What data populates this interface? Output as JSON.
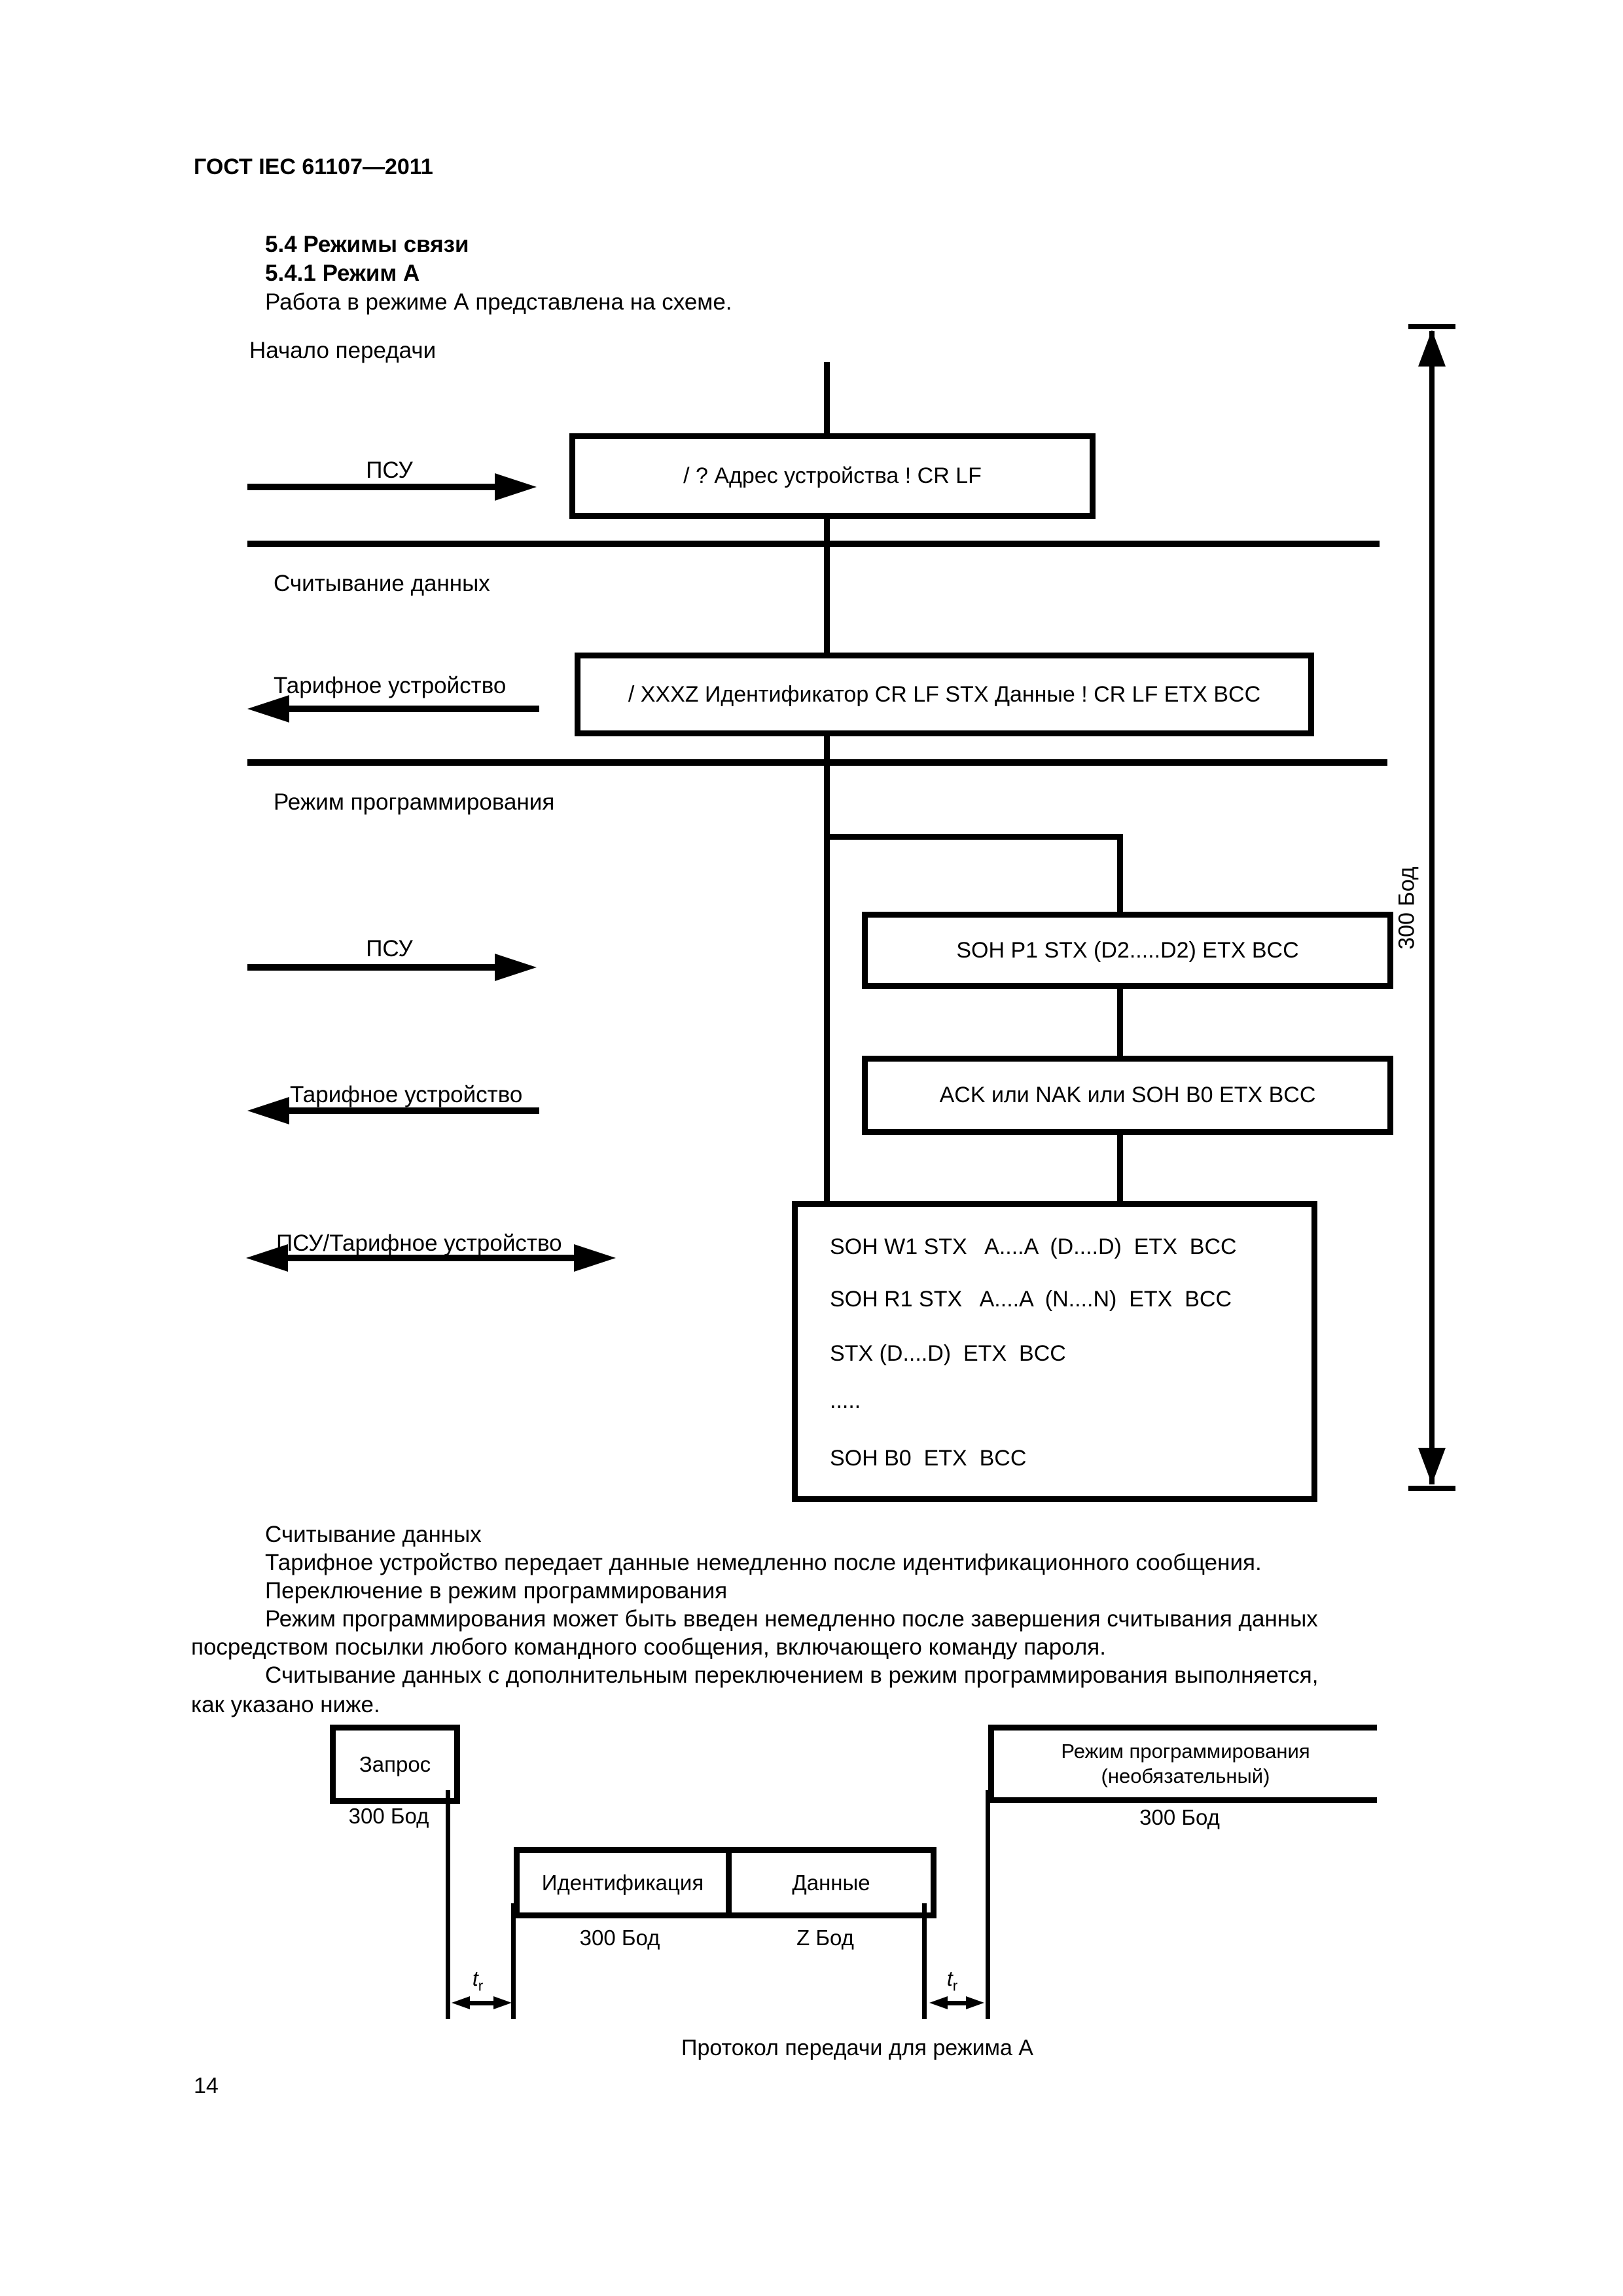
{
  "page": {
    "header": "ГОСТ IEC 61107—2011",
    "number": "14"
  },
  "section": {
    "h1": "5.4  Режимы связи",
    "h2": "5.4.1  Режим А",
    "intro": "Работа в режиме А представлена на схеме."
  },
  "d1": {
    "start": "Начало передачи",
    "psu1": "ПСУ",
    "read": "Считывание данных",
    "tariff1": "Тарифное устройство",
    "prog": "Режим программирования",
    "psu2": "ПСУ",
    "tariff2": "Тарифное устройство",
    "both": "ПСУ/Тарифное устройство",
    "box1": "/ ? Адрес устройства ! CR LF",
    "box2": "/ XXXZ Идентификатор CR LF STX Данные ! CR LF ETX BCC",
    "box3": "SOH P1 STX (D2.....D2) ETX BCC",
    "box4": "ACK или NAK или SOH B0 ETX BCC",
    "box5": [
      "SOH W1 STX   A....A  (D....D)  ETX  BCC",
      "SOH R1 STX   A....A  (N....N)  ETX  BCC",
      "STX (D....D)  ETX  BCC",
      ".....",
      "SOH B0  ETX  BCC"
    ],
    "baud": "300 Бод"
  },
  "para": {
    "l1": "Считывание данных",
    "l2": "Тарифное устройство передает данные немедленно после идентификационного сообщения.",
    "l3": "Переключение в режим программирования",
    "l4": "Режим программирования может быть введен немедленно после завершения считывания данных",
    "l5": "посредством посылки любого командного сообщения, включающего команду пароля.",
    "l6": "Считывание данных с дополнительным переключением в режим программирования выполняется,",
    "l7": "как указано ниже."
  },
  "d2": {
    "request": "Запрос",
    "request_baud": "300 Бод",
    "ident": "Идентификация",
    "data": "Данные",
    "ident_baud": "300 Бод",
    "data_baud": "Z Бод",
    "prog1": "Режим программирования",
    "prog2": "(необязательный)",
    "prog_baud": "300 Бод",
    "tr_base": "t",
    "tr_sub": "r",
    "caption": "Протокол передачи для режима А"
  }
}
